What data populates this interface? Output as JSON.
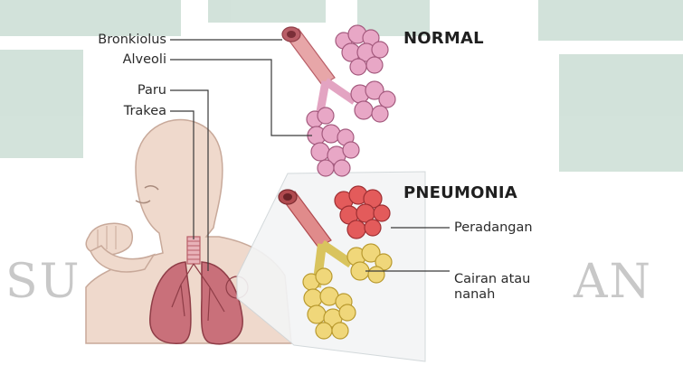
{
  "labels": {
    "bronkiolus": "Bronkiolus",
    "alveoli": "Alveoli",
    "paru": "Paru",
    "trakea": "Trakea",
    "peradangan": "Peradangan",
    "cairan_line1": "Cairan atau",
    "cairan_line2": "nanah"
  },
  "headings": {
    "normal": "NORMAL",
    "pneumonia": "PNEUMONIA"
  },
  "watermark": {
    "left": "SU",
    "right": "AN"
  },
  "colors": {
    "watermark_green": "#4f8f6e",
    "skin": "#efd9cc",
    "lung": "#c9707a",
    "alveoli_normal": "#e8a7c6",
    "alveoli_inflamed": "#e35b5b",
    "fluid": "#f0d77a",
    "bronchiole": "#b95e67"
  }
}
